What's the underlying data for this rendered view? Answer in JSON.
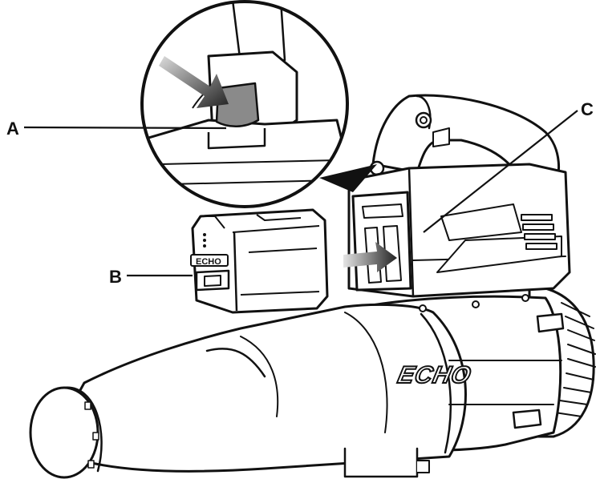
{
  "callouts": [
    {
      "id": "A",
      "label": "A"
    },
    {
      "id": "B",
      "label": "B"
    },
    {
      "id": "C",
      "label": "C"
    }
  ],
  "brand": {
    "logo_text": "ECHO",
    "battery_logo_text": "ECHO"
  },
  "colors": {
    "line": "#111111",
    "fill": "#ffffff",
    "button_gray": "#8a8a8a",
    "arrow_gray": "#555555"
  }
}
